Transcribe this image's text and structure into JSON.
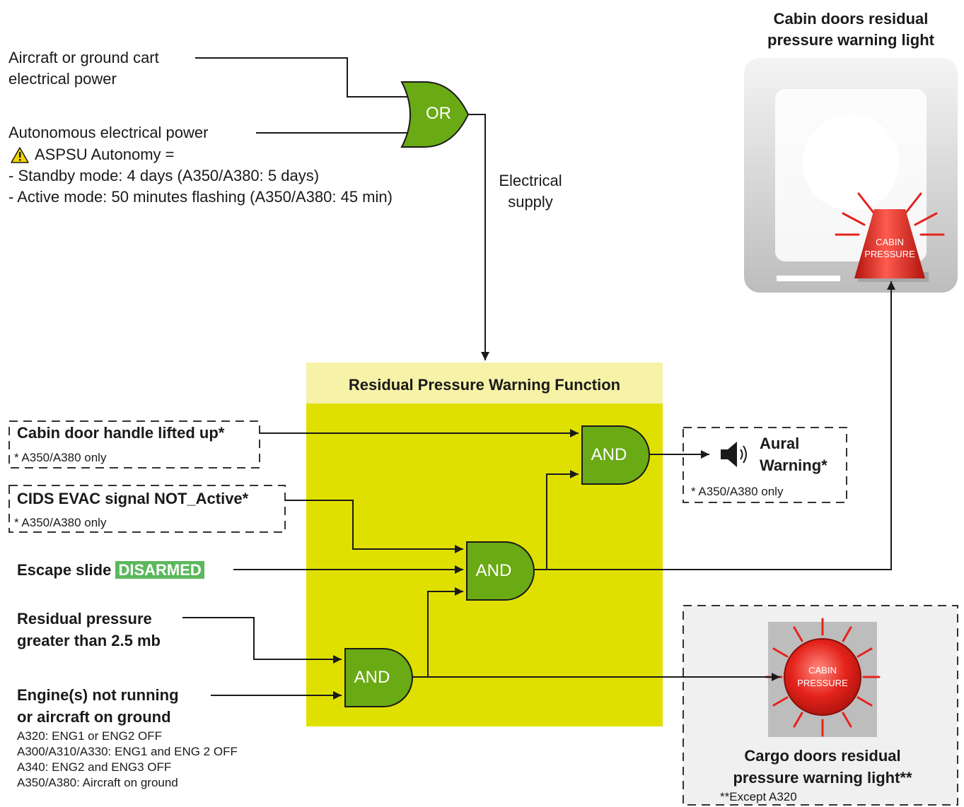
{
  "inputs": {
    "aircraft_power": [
      "Aircraft or ground cart",
      "electrical power"
    ],
    "autonomous_power": "Autonomous electrical power",
    "autonomy": {
      "title": "ASPSU Autonomy =",
      "standby": "- Standby mode: 4 days (A350/A380: 5 days)",
      "active": "- Active mode: 50 minutes flashing (A350/A380: 45 min)"
    },
    "cabin_door_handle": {
      "label": "Cabin door handle lifted up*",
      "note": "* A350/A380 only"
    },
    "cids_evac": {
      "label": "CIDS EVAC signal NOT_Active*",
      "note": "* A350/A380 only"
    },
    "escape_slide": {
      "label": "Escape slide",
      "badge": "DISARMED"
    },
    "residual_pressure": [
      "Residual pressure",
      "greater than 2.5 mb"
    ],
    "engines": {
      "label": [
        "Engine(s) not running",
        "or aircraft on ground"
      ],
      "notes": [
        "A320: ENG1 or ENG2 OFF",
        "A300/A310/A330: ENG1 and ENG 2 OFF",
        "A340: ENG2 and ENG3 OFF",
        "A350/A380: Aircraft on ground"
      ]
    }
  },
  "gates": {
    "or": "OR",
    "and_top": "AND",
    "and_mid": "AND",
    "and_bottom": "AND"
  },
  "electrical_supply": [
    "Electrical",
    "supply"
  ],
  "function_box": {
    "title": "Residual Pressure Warning Function"
  },
  "aural_warning": {
    "label": [
      "Aural",
      "Warning*"
    ],
    "note": "* A350/A380 only",
    "icon": "speaker-icon"
  },
  "cabin_light": {
    "title": [
      "Cabin doors residual",
      "pressure warning light"
    ],
    "lamp_text": [
      "CABIN",
      "PRESSURE"
    ]
  },
  "cargo_light": {
    "title": [
      "Cargo doors residual",
      "pressure warning light**"
    ],
    "lamp_text": [
      "CABIN",
      "PRESSURE"
    ],
    "note": "**Except A320"
  },
  "colors": {
    "gate_green": "#6aaa14",
    "function_box": "#e0e000",
    "function_header": "#f6f2a8",
    "warning_red": "#e4231b",
    "badge_green": "#5cb85c"
  }
}
